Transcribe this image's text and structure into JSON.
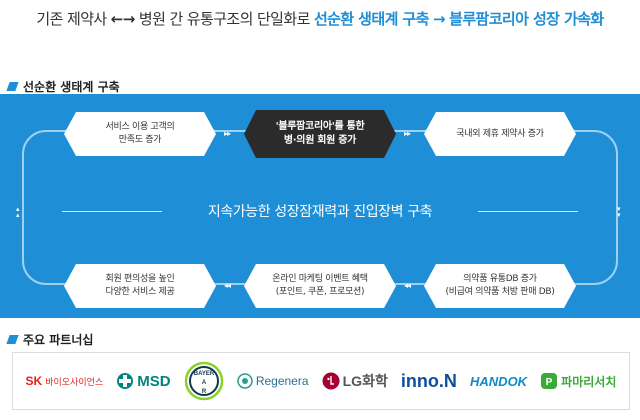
{
  "headline": {
    "part1": "기존 제약사",
    "arrow1": "←→",
    "part2": "병원 간 유통구조의 단일화로",
    "accent1": "선순환 생태계 구축",
    "arrow2": "→",
    "accent2": "블루팜코리아 성장 가속화"
  },
  "section1": {
    "title": "선순환 생태계 구축"
  },
  "section2": {
    "title": "주요 파트너십"
  },
  "nodes": {
    "top_left": [
      "서비스 이용 고객의",
      "만족도 증가"
    ],
    "top_center": [
      "'블루팜코리아'를 통한",
      "병·의원 회원 증가"
    ],
    "top_right": [
      "국내외 제휴 제약사 증가"
    ],
    "bottom_left": [
      "회원 편의성을 높인",
      "다양한 서비스 제공"
    ],
    "bottom_center": [
      "온라인 마케팅 이벤트 혜택",
      "(포인트, 쿠폰, 프로모션)"
    ],
    "bottom_right": [
      "의약품 유통DB 증가",
      "(비급여 의약품 처방 판매 DB)"
    ]
  },
  "center_text": "지속가능한 성장잠재력과 진입장벽 구축",
  "partners": [
    {
      "name": "SK 바이오사이언스",
      "mark": "SK",
      "label": "바이오사이언스",
      "color": "#e2231a"
    },
    {
      "name": "MSD",
      "label": "MSD",
      "color": "#00857c"
    },
    {
      "name": "BAYER",
      "label": "BAYER",
      "color": "#10384f"
    },
    {
      "name": "Regenera",
      "label": "Regenera",
      "color": "#2e9c8f"
    },
    {
      "name": "LG화학",
      "label": "LG화학",
      "color": "#a50034"
    },
    {
      "name": "inno.N",
      "label": "inno.N",
      "color": "#0b4f9c"
    },
    {
      "name": "HANDOK",
      "label": "HANDOK",
      "color": "#0c8ac9"
    },
    {
      "name": "파마리서치",
      "label": "파마리서치",
      "color": "#3aa935"
    }
  ]
}
